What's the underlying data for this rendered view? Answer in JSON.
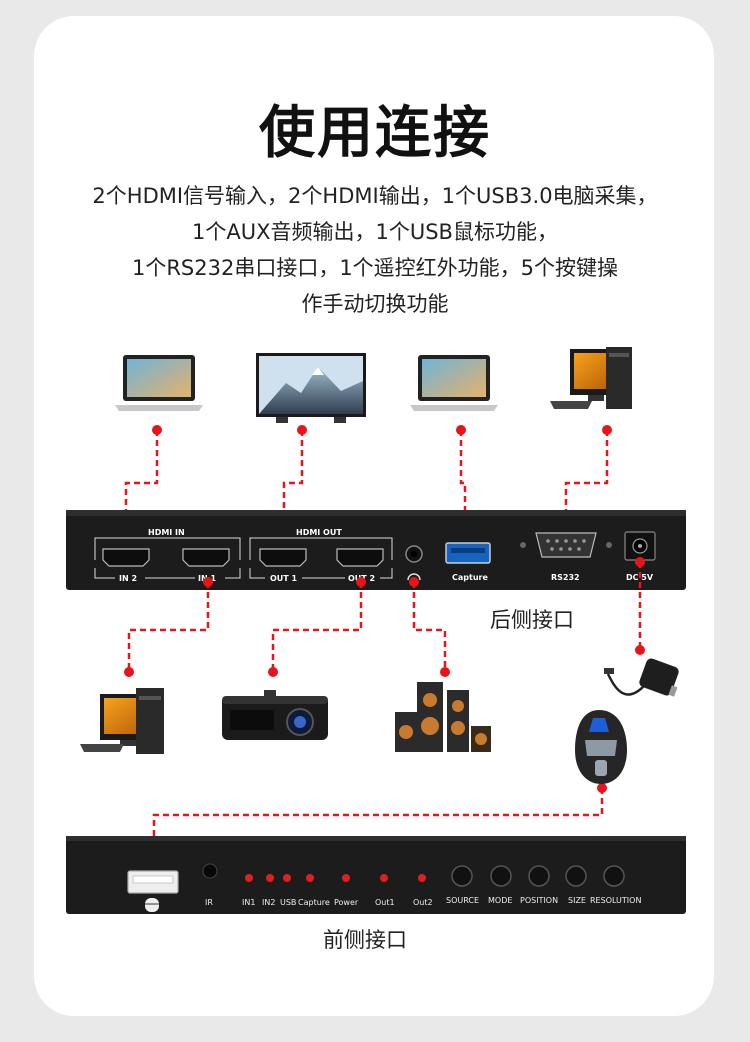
{
  "title": "使用连接",
  "description": [
    "2个HDMI信号输入，2个HDMI输出，1个USB3.0电脑采集，",
    "1个AUX音频输出，1个USB鼠标功能，",
    "1个RS232串口接口，1个遥控红外功能，5个按键操",
    "作手动切换功能"
  ],
  "rear_panel": {
    "caption": "后侧接口",
    "group_hdmi_in": "HDMI IN",
    "group_hdmi_out": "HDMI OUT",
    "in2": "IN 2",
    "in1": "IN 1",
    "out1": "OUT 1",
    "out2": "OUT 2",
    "capture": "Capture",
    "rs232": "RS232",
    "dc": "DC 5V"
  },
  "front_panel": {
    "caption": "前侧接口",
    "ir": "IR",
    "leds": [
      "IN1",
      "IN2",
      "USB",
      "Capture",
      "Power",
      "Out1",
      "Out2"
    ],
    "buttons": [
      "SOURCE",
      "MODE",
      "POSITION",
      "SIZE",
      "RESOLUTION"
    ]
  },
  "colors": {
    "connector_line": "#e8141a",
    "panel": "#1c1c1c",
    "led": "#e02020"
  },
  "devices_top": [
    "laptop-icon",
    "tv-icon",
    "laptop-icon",
    "desktop-pc-icon"
  ],
  "devices_bottom": [
    "desktop-pc-icon",
    "projector-icon",
    "speaker-system-icon",
    "power-adapter-icon",
    "gaming-mouse-icon"
  ]
}
